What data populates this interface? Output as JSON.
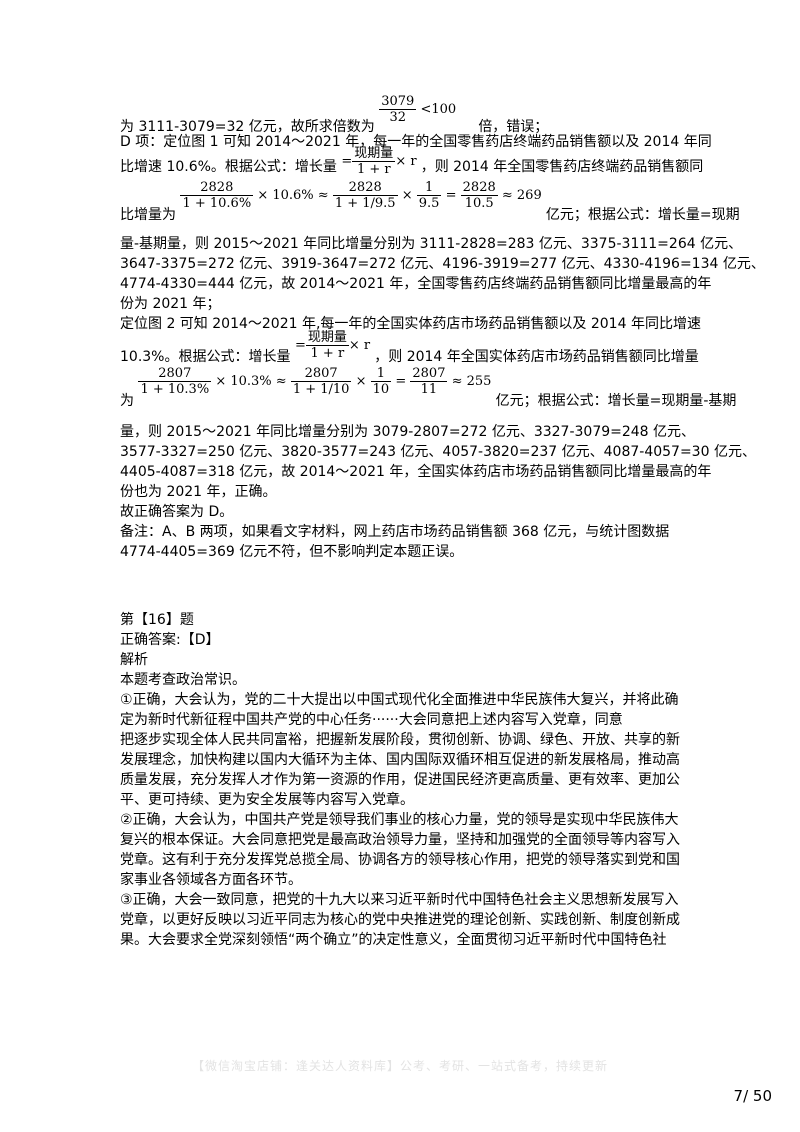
{
  "formula_1": {
    "num": "3079",
    "den": "32",
    "rel": "<100"
  },
  "lines": {
    "l1a": "为 3111-3079=32 亿元，故所求倍数为",
    "l1b": "倍，错误；",
    "l2": "D 项：定位图 1 可知 2014～2021 年，每一年的全国零售药店终端药品销售额以及 2014 年同",
    "l3a": "比增速 10.6%。根据公式：增长量",
    "l3b": "，则 2014 年全国零售药店终端药品销售额同",
    "l4a": "比增量为",
    "l4b": "亿元；根据公式：增长量=现期",
    "l5": "量-基期量，则 2015～2021 年同比增量分别为 3111-2828=283 亿元、3375-3111=264 亿元、",
    "l6": "3647-3375=272 亿元、3919-3647=272 亿元、4196-3919=277 亿元、4330-4196=134 亿元、",
    "l7": "4774-4330=444 亿元，故 2014～2021 年，全国零售药店终端药品销售额同比增量最高的年",
    "l8": "份为 2021 年；",
    "l9": "定位图 2 可知 2014～2021 年,每一年的全国实体药店市场药品销售额以及 2014 年同比增速",
    "l10a": "10.3%。根据公式：增长量",
    "l10b": "，则 2014 年全国实体药店市场药品销售额同比增量",
    "l11a": "为",
    "l11b": "亿元；根据公式：增长量=现期量-基期",
    "l12": "量，则 2015～2021 年同比增量分别为 3079-2807=272 亿元、3327-3079=248 亿元、",
    "l13": "3577-3327=250 亿元、3820-3577=243 亿元、4057-3820=237 亿元、4087-4057=30 亿元、",
    "l14": "4405-4087=318 亿元，故 2014～2021 年，全国实体药店市场药品销售额同比增量最高的年",
    "l15": "份也为 2021 年，正确。",
    "l16": "故正确答案为 D。",
    "l17": "备注：A、B 两项，如果看文字材料，网上药店市场药品销售额 368 亿元，与统计图数据",
    "l18": "4774-4405=369 亿元不符，但不影响判定本题正误。",
    "q_title": "第【16】题",
    "q_answer": "正确答案:【D】",
    "q_jiexi": "解析",
    "q_topic": "本题考查政治常识。",
    "p1": "①正确，大会认为，党的二十大提出以中国式现代化全面推进中华民族伟大复兴，并将此确",
    "p2": "定为新时代新征程中国共产党的中心任务······大会同意把上述内容写入党章，同意",
    "p3": "把逐步实现全体人民共同富裕，把握新发展阶段，贯彻创新、协调、绿色、开放、共享的新",
    "p4": "发展理念，加快构建以国内大循环为主体、国内国际双循环相互促进的新发展格局，推动高",
    "p5": "质量发展，充分发挥人才作为第一资源的作用，促进国民经济更高质量、更有效率、更加公",
    "p6": "平、更可持续、更为安全发展等内容写入党章。",
    "p7": "②正确，大会认为，中国共产党是领导我们事业的核心力量，党的领导是实现中华民族伟大",
    "p8": "复兴的根本保证。大会同意把党是最高政治领导力量，坚持和加强党的全面领导等内容写入",
    "p9": "党章。这有利于充分发挥党总揽全局、协调各方的领导核心作用，把党的领导落实到党和国",
    "p10": "家事业各领域各方面各环节。",
    "p11": "③正确，大会一致同意，把党的十九大以来习近平新时代中国特色社会主义思想新发展写入",
    "p12": "党章，以更好反映以习近平同志为核心的党中央推进党的理论创新、实践创新、制度创新成",
    "p13": "果。大会要求全党深刻领悟“两个确立”的决定性意义，全面贯彻习近平新时代中国特色社"
  },
  "formula_zl": {
    "num": "现期量",
    "den": "1 + r",
    "tail": "× r"
  },
  "formula_2": {
    "a_num": "2828",
    "a_den": "1 + 10.6%",
    "a_tail": "× 10.6% ≈",
    "b_num": "2828",
    "b_den": "1 + 1/9.5",
    "b_tail": "×",
    "c_num": "1",
    "c_den": "9.5",
    "c_tail": "=",
    "d_num": "2828",
    "d_den": "10.5",
    "d_tail": "≈ 269"
  },
  "formula_3": {
    "a_num": "2807",
    "a_den": "1 + 10.3%",
    "a_tail": "× 10.3% ≈",
    "b_num": "2807",
    "b_den": "1 + 1/10",
    "b_tail": "×",
    "c_num": "1",
    "c_den": "10",
    "c_tail": "=",
    "d_num": "2807",
    "d_den": "11",
    "d_tail": "≈ 255"
  },
  "watermark": "【微信淘宝店铺：逢关达人资料库】公考、考研、一站式备考，持续更新",
  "page_number": "7/ 50"
}
